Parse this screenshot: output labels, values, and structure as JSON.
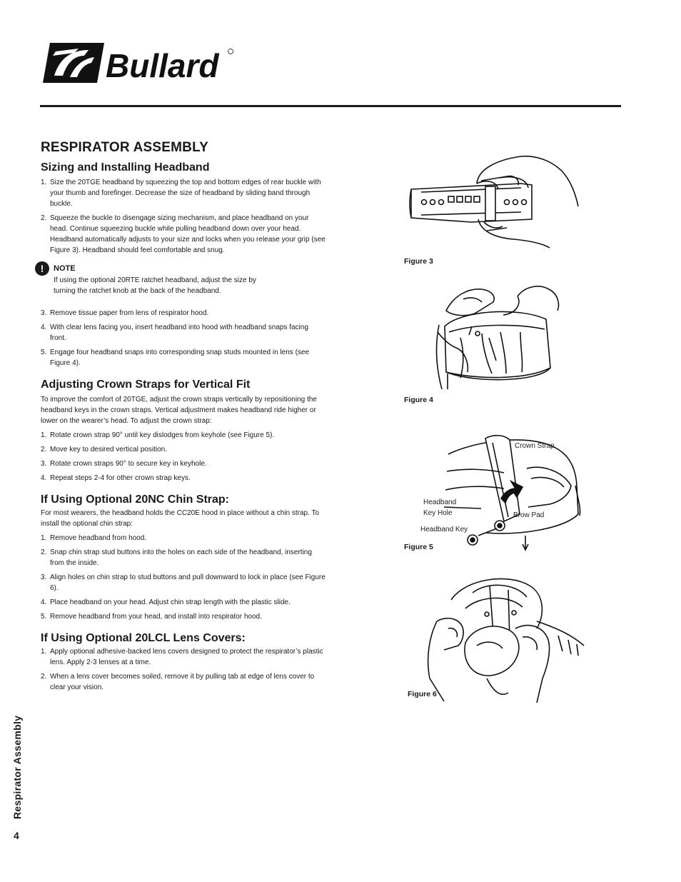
{
  "brand": {
    "name": "Bullard"
  },
  "heading": "RESPIRATOR ASSEMBLY",
  "sizing": {
    "title": "Sizing and Installing Headband",
    "steps": [
      {
        "n": "1.",
        "text": "Size the 20TGE headband by squeezing the top and bottom edges of rear buckle with your thumb and forefinger. Decrease the size of headband by sliding band through buckle."
      },
      {
        "n": "2.",
        "text": "Squeeze the buckle to disengage sizing mechanism, and place headband on your head. Continue squeezing buckle while pulling headband down over your head. Headband automatically adjusts to your size and locks when you release your grip (see Figure 3). Headband should feel comfortable and snug."
      }
    ],
    "note": {
      "title": "NOTE",
      "text": "If using the optional 20RTE ratchet headband, adjust the size by turning the ratchet knob at the back of the headband."
    },
    "steps2": [
      {
        "n": "3.",
        "text": "Remove tissue paper from lens of respirator hood."
      },
      {
        "n": "4.",
        "text": "With clear lens facing you, insert headband into hood with headband snaps facing front."
      },
      {
        "n": "5.",
        "text": "Engage four headband snaps into corresponding snap studs mounted in lens (see Figure 4)."
      }
    ]
  },
  "crown": {
    "title": "Adjusting Crown Straps for Vertical Fit",
    "intro": "To improve the comfort of 20TGE, adjust the crown straps vertically by repositioning the headband keys in the crown straps. Vertical adjustment makes headband ride higher or lower on the wearer’s head. To adjust the crown strap:",
    "steps": [
      {
        "n": "1.",
        "text": "Rotate crown strap 90° until key dislodges from keyhole (see Figure 5)."
      },
      {
        "n": "2.",
        "text": "Move key to desired vertical position."
      },
      {
        "n": "3.",
        "text": "Rotate crown straps 90° to secure key in keyhole."
      },
      {
        "n": "4.",
        "text": "Repeat steps 2-4 for other crown strap keys."
      }
    ]
  },
  "chin": {
    "title": "If Using Optional 20NC Chin Strap:",
    "intro": "For most wearers, the headband holds the CC20E hood in place without a chin strap. To install the optional chin strap:",
    "steps": [
      {
        "n": "1.",
        "text": "Remove headband from hood."
      },
      {
        "n": "2.",
        "text": "Snap chin strap stud buttons into the holes on each side of the headband, inserting from the inside."
      },
      {
        "n": "3.",
        "text": "Align holes on chin strap to stud buttons and pull downward to lock in place (see Figure 6)."
      },
      {
        "n": "4.",
        "text": "Place headband on your head. Adjust chin strap length with the plastic slide."
      },
      {
        "n": "5.",
        "text": "Remove headband from your head, and install into respirator hood."
      }
    ]
  },
  "lens": {
    "title": "If Using Optional 20LCL Lens Covers:",
    "steps": [
      {
        "n": "1.",
        "text": "Apply optional adhesive-backed lens covers designed to protect the respirator’s plastic lens. Apply 2-3 lenses at a time."
      },
      {
        "n": "2.",
        "text": "When a lens cover becomes soiled, remove it by pulling tab at edge of lens cover to clear your vision."
      }
    ]
  },
  "figures": {
    "fig3": "Figure 3",
    "fig4": "Figure 4",
    "fig5": "Figure 5",
    "fig6": "Figure 6",
    "labels": {
      "crown_strap": "Crown Strap",
      "keyhole": "Headband Key Hole",
      "brow_pad": "Brow Pad",
      "key": "Headband Key"
    }
  },
  "sidebar": "Respirator Assembly",
  "page_number": "4"
}
